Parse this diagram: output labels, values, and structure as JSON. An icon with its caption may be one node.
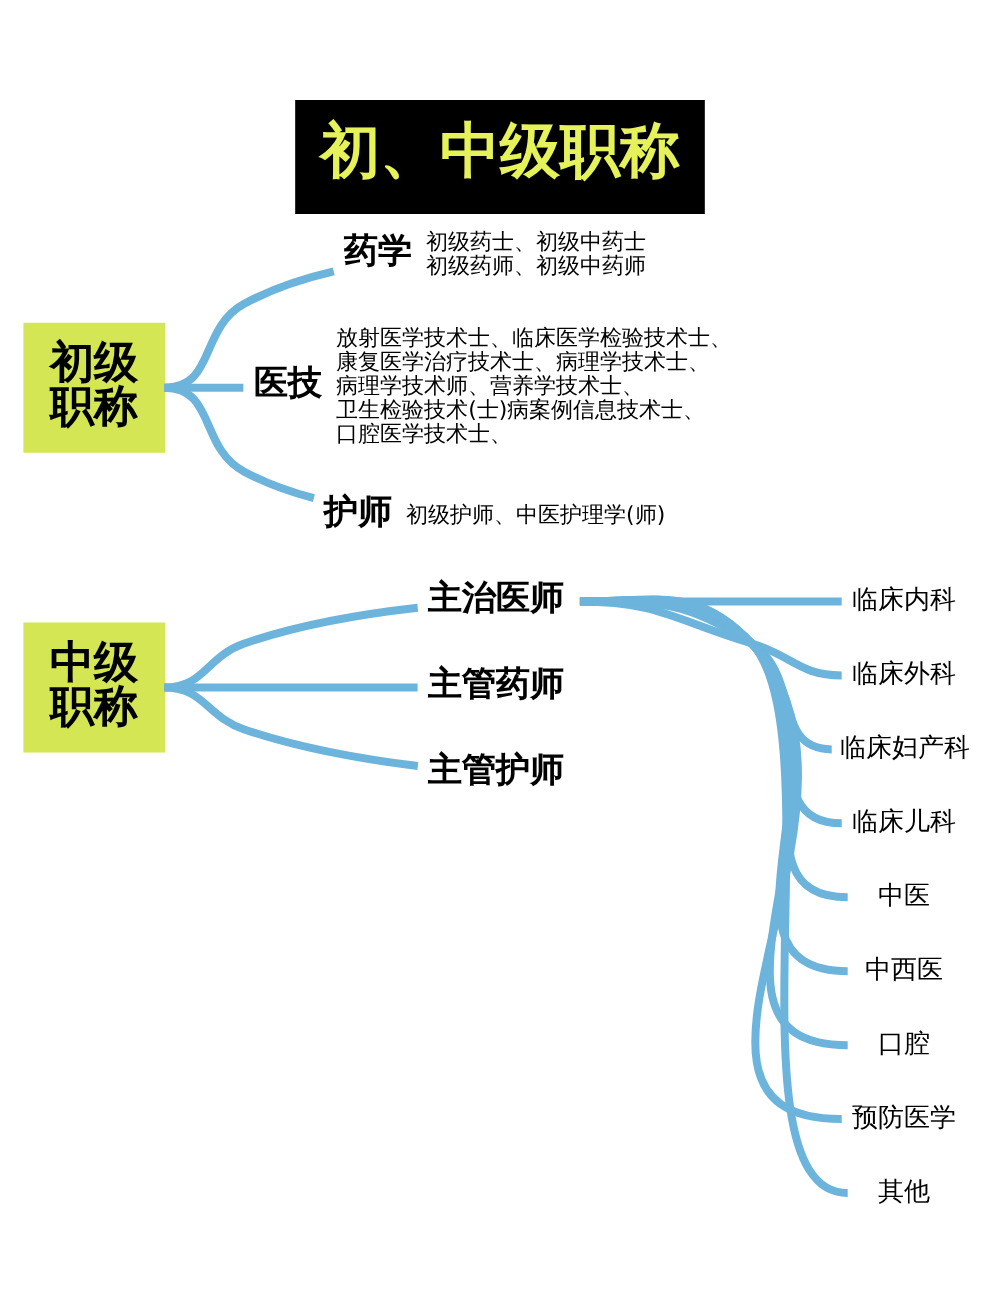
{
  "diagram": {
    "title": "初、中级职称",
    "nodes": [
      {
        "text": [
          "初级职称"
        ]
      },
      {
        "text": [
          "药学"
        ],
        "beside": [
          "初级药士、初级中药士",
          "初级药师、初级中药师"
        ]
      },
      {
        "text": [
          "医技"
        ],
        "beside": [
          "放射医学技术士、临床医学检验技术士、康复医学治疗技术士、病理学技术士、病理学技术师、营养学技术士、卫生检验技术(士)病案例信息技术士、口腔医学技术士、"
        ]
      },
      {
        "text": [
          "护师"
        ],
        "beside": [
          "初级护师、中医护理学(师)"
        ]
      },
      {
        "text": [
          "中级职称"
        ]
      },
      {
        "text": [
          "主治医师"
        ]
      },
      {
        "text": [
          "临床内科"
        ]
      },
      {
        "text": [
          "临床外科"
        ]
      },
      {
        "text": [
          "临床妇产科"
        ]
      },
      {
        "text": [
          "临床儿科"
        ]
      },
      {
        "text": [
          "中医"
        ]
      },
      {
        "text": [
          "中西医"
        ]
      },
      {
        "text": [
          "口腔"
        ]
      },
      {
        "text": [
          "预防医学"
        ]
      },
      {
        "text": [
          "其他"
        ]
      },
      {
        "text": [
          "主管药师"
        ]
      },
      {
        "text": [
          "主管护师"
        ]
      }
    ],
    "edges": [
      {
        "from": 0,
        "to": 1,
        "arrow": "none"
      },
      {
        "from": 0,
        "to": 2,
        "arrow": "none"
      },
      {
        "from": 0,
        "to": 3,
        "arrow": "none"
      },
      {
        "from": 4,
        "to": 5,
        "arrow": "none"
      },
      {
        "from": 4,
        "to": 15,
        "arrow": "none"
      },
      {
        "from": 4,
        "to": 16,
        "arrow": "none"
      },
      {
        "from": 5,
        "to": 6,
        "arrow": "none"
      },
      {
        "from": 5,
        "to": 7,
        "arrow": "none"
      },
      {
        "from": 5,
        "to": 8,
        "arrow": "none"
      },
      {
        "from": 5,
        "to": 9,
        "arrow": "none"
      },
      {
        "from": 5,
        "to": 10,
        "arrow": "none"
      },
      {
        "from": 5,
        "to": 11,
        "arrow": "none"
      },
      {
        "from": 5,
        "to": 12,
        "arrow": "none"
      },
      {
        "from": 5,
        "to": 13,
        "arrow": "none"
      },
      {
        "from": 5,
        "to": 14,
        "arrow": "none"
      }
    ]
  }
}
